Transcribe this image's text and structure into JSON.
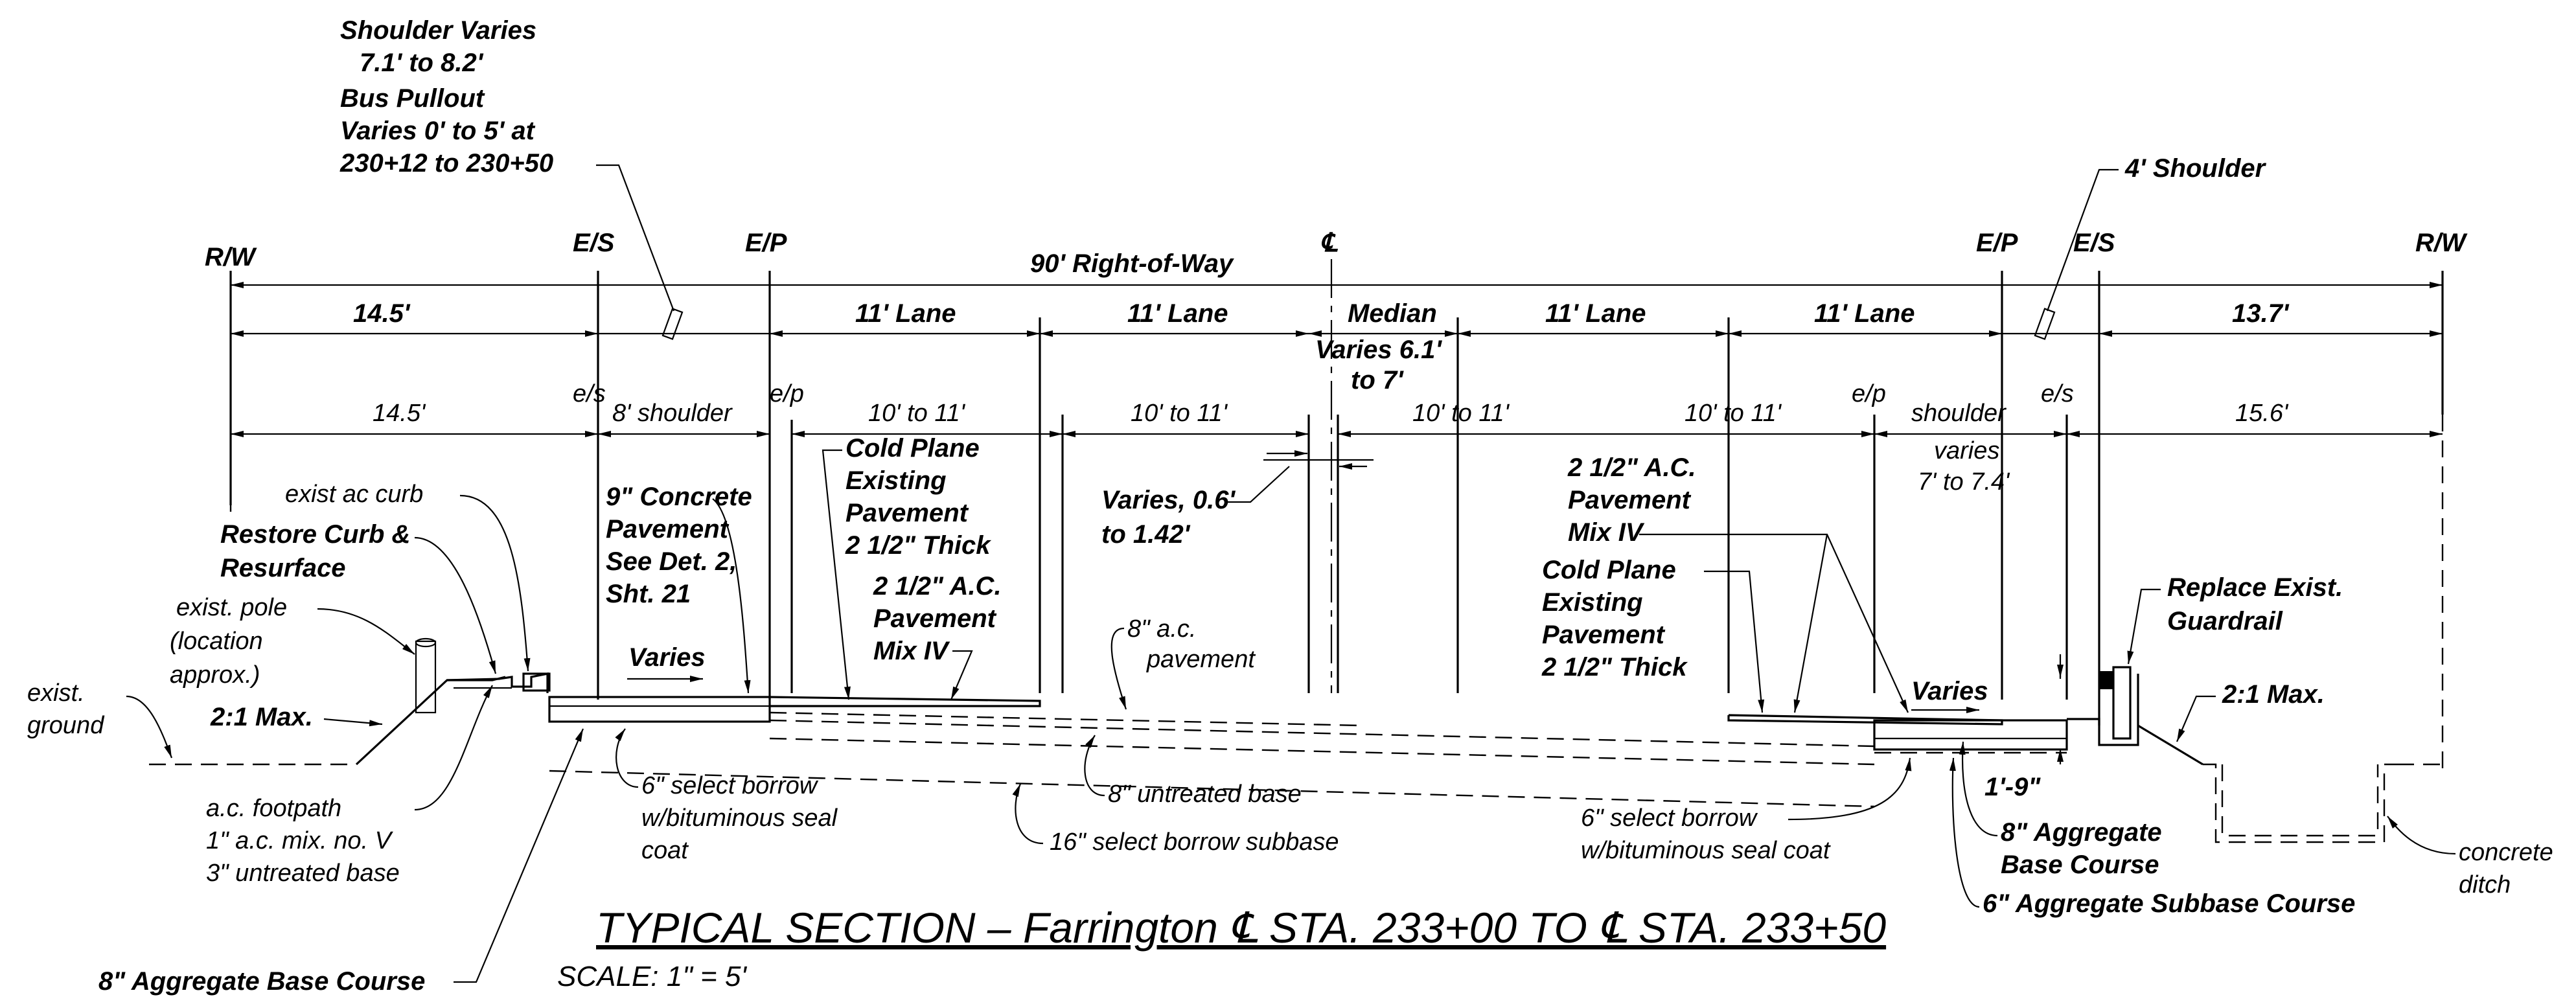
{
  "title": "TYPICAL SECTION – Farrington ℄ STA. 233+00 TO ℄ STA. 233+50",
  "scale": "SCALE:   1\" = 5'",
  "markers": {
    "rw_left": "R/W",
    "es_left": "E/S",
    "ep_left": "E/P",
    "centerline": "℄",
    "ep_right": "E/P",
    "es_right": "E/S",
    "rw_right": "R/W"
  },
  "top_dims": {
    "overall": "90' Right-of-Way",
    "seg1": "14.5'",
    "seg2": "11' Lane",
    "seg3": "11' Lane",
    "seg4": "Median",
    "seg4_note_1": "Varies 6.1'",
    "seg4_note_2": "to 7'",
    "seg5": "11' Lane",
    "seg6": "11' Lane",
    "seg7": "13.7'"
  },
  "exist_dims": {
    "es_left": "e/s",
    "ep_left": "e/p",
    "ep_right": "e/p",
    "es_right": "e/s",
    "d1": "14.5'",
    "d2": "8' shoulder",
    "d3": "10' to 11'",
    "d4": "10' to 11'",
    "d5": "10' to 11'",
    "d6": "10' to 11'",
    "d7": "shoulder",
    "d7_note_1": "varies",
    "d7_note_2": "7' to 7.4'",
    "d8": "15.6'"
  },
  "notes": {
    "shoulder_varies": [
      "Shoulder Varies",
      "7.1' to 8.2'",
      "Bus Pullout",
      "Varies 0' to 5' at",
      "230+12 to 230+50"
    ],
    "four_ft_shoulder": "4' Shoulder",
    "exist_ac_curb": "exist ac curb",
    "restore_curb": [
      "Restore Curb &",
      "Resurface"
    ],
    "exist_pole": [
      "exist. pole",
      "(location",
      "approx.)"
    ],
    "exist_ground": [
      "exist.",
      "ground"
    ],
    "slope_left": "2:1 Max.",
    "concrete_pavement": [
      "9\" Concrete",
      "Pavement",
      "See Det. 2,",
      "Sht. 21"
    ],
    "varies_left": "Varies",
    "cold_plane_left": [
      "Cold Plane",
      "Existing",
      "Pavement",
      "2 1/2\" Thick"
    ],
    "ac_pavement_left": [
      "2 1/2\" A.C.",
      "Pavement",
      "Mix IV"
    ],
    "varies_thickness": [
      "Varies, 0.6'",
      "to 1.42'"
    ],
    "ac_pavement_8": [
      "8\" a.c.",
      "pavement"
    ],
    "ac_pavement_right": [
      "2 1/2\" A.C.",
      "Pavement",
      "Mix IV"
    ],
    "cold_plane_right": [
      "Cold Plane",
      "Existing",
      "Pavement",
      "2 1/2\" Thick"
    ],
    "varies_right": "Varies",
    "guardrail": [
      "Replace Exist.",
      "Guardrail"
    ],
    "slope_right": "2:1 Max.",
    "curb_height": "1'-9\"",
    "ac_footpath": [
      "a.c. footpath",
      "1\" a.c. mix. no. V",
      "3\" untreated base"
    ],
    "select_borrow_left": [
      "6\" select borrow",
      "w/bituminous seal",
      "coat"
    ],
    "untreated_base": "8\"  untreated base",
    "select_borrow_subbase": "16\" select borrow subbase",
    "select_borrow_right": [
      "6\" select borrow",
      "w/bituminous seal coat"
    ],
    "agg_base_right": [
      "8\" Aggregate",
      "Base Course"
    ],
    "agg_subbase_right": "6\" Aggregate Subbase Course",
    "concrete_ditch": [
      "concrete",
      "ditch"
    ],
    "agg_base_left": "8\" Aggregate Base Course"
  }
}
